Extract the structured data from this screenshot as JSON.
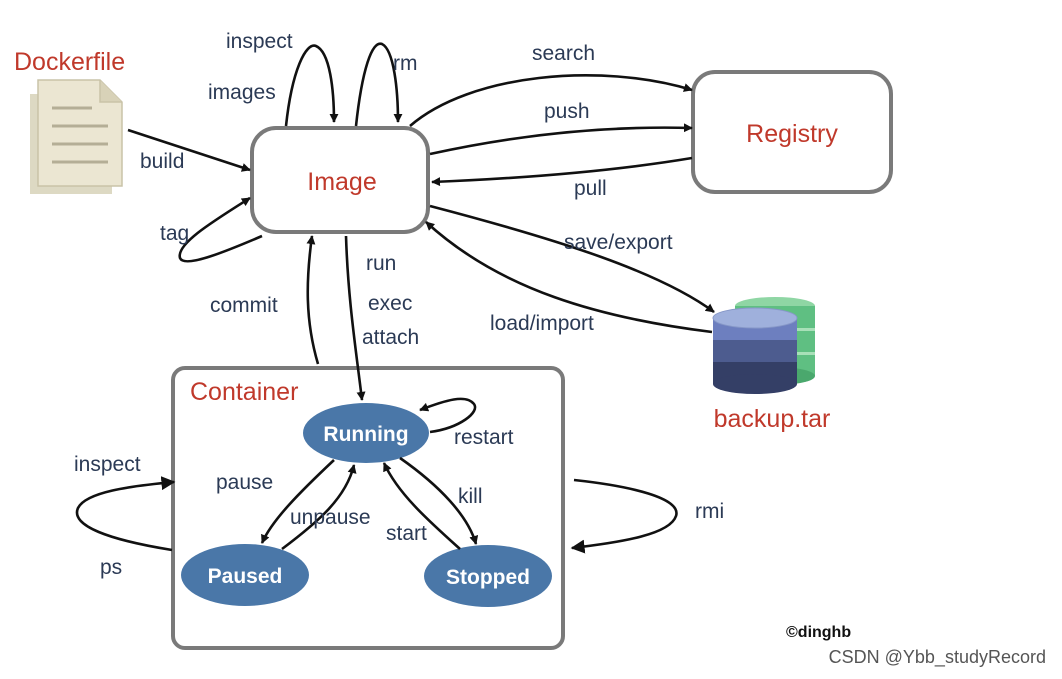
{
  "nodes": {
    "dockerfile": "Dockerfile",
    "image": "Image",
    "registry": "Registry",
    "backup": "backup.tar",
    "container": "Container",
    "running": "Running",
    "paused": "Paused",
    "stopped": "Stopped"
  },
  "commands": {
    "inspect_image": "inspect",
    "images": "images",
    "rm": "rm",
    "build": "build",
    "tag": "tag",
    "search": "search",
    "push": "push",
    "pull": "pull",
    "save_export": "save/export",
    "load_import": "load/import",
    "commit": "commit",
    "run": "run",
    "exec": "exec",
    "attach": "attach",
    "restart": "restart",
    "pause": "pause",
    "unpause": "unpause",
    "kill": "kill",
    "start": "start",
    "inspect_container": "inspect",
    "ps": "ps",
    "rmi": "rmi"
  },
  "credit": "©dinghb",
  "watermark": "CSDN @Ybb_studyRecord",
  "colors": {
    "node_title": "#c0392b",
    "label": "#2b3a55",
    "state_fill": "#4a77a8",
    "box_stroke": "#7a7a7a"
  }
}
